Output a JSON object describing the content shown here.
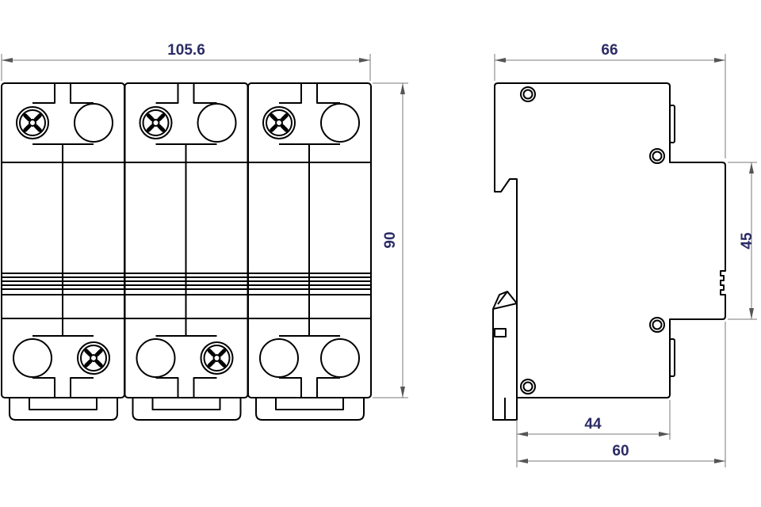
{
  "drawing": {
    "front_view": {
      "poles": 3,
      "top_terminals": [
        "screw",
        "screw",
        "screw"
      ],
      "bottom_terminals": [
        "screw",
        "screw",
        "plain"
      ],
      "width_label": "105.6",
      "height_label": "90"
    },
    "side_view": {
      "depth_label": "66",
      "front_height_label": "45",
      "body_depth_label": "44",
      "rail_depth_label": "60"
    },
    "colors": {
      "line": "#000000",
      "dimension_text": "#2b2b66",
      "dimension_line": "#7a7a7a"
    }
  }
}
